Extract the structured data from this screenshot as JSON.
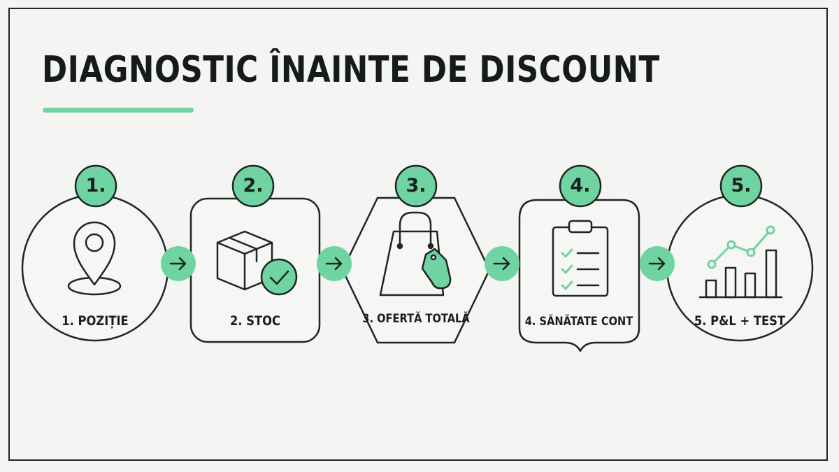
{
  "title": "DIAGNOSTIC ÎNAINTE DE DISCOUNT",
  "accent_color": "#6fd3a2",
  "line_color": "#1e2522",
  "steps": [
    {
      "badge": "1.",
      "label": "1. POZIȚIE",
      "shape": "circle",
      "icon": "location-pin-icon"
    },
    {
      "badge": "2.",
      "label": "2. STOC",
      "shape": "rounded-square",
      "icon": "box-check-icon"
    },
    {
      "badge": "3.",
      "label": "3. OFERTĂ TOTALĂ",
      "shape": "hexagon",
      "icon": "shopping-bag-tag-icon"
    },
    {
      "badge": "4.",
      "label": "4. SĂNĂTATE CONT",
      "shape": "shield",
      "icon": "clipboard-checklist-icon"
    },
    {
      "badge": "5.",
      "label": "5. P&L + TEST",
      "shape": "circle",
      "icon": "bar-line-chart-icon"
    }
  ],
  "connector_icon": "arrow-right-icon"
}
